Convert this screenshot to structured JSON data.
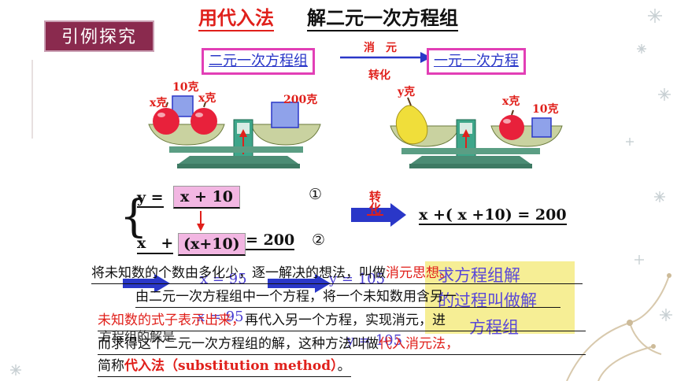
{
  "header": {
    "badge": "引例探究",
    "title_red": "用代入法",
    "title_black": "解二元一次方程组"
  },
  "flow": {
    "left_box": "二元一次方程组",
    "top_label": "消　元",
    "bottom_label": "转化",
    "right_box": "一元一次方程"
  },
  "scale_left": {
    "apple_labels": [
      "x克",
      "x克"
    ],
    "weight_label_small": "10克",
    "weight_label_big": "200克"
  },
  "scale_right": {
    "pear_label": "y克",
    "apple_label": "x克",
    "weight_label": "10克"
  },
  "equations": {
    "eq1_left": "y =",
    "eq1_box": "x + 10",
    "eq1_mark": "①",
    "eq2_left": "x　+",
    "eq2_box": "(x+10)",
    "eq2_right": "= 200",
    "eq2_mark": "②",
    "transform_label": "转化",
    "result": "x +( x +10) = 200"
  },
  "paragraph": {
    "line1": "将未知数的个数由多化少，逐一解决的想法，叫做",
    "line1_red": "消元思想。",
    "line2": "由二元一次方程组中一个方程，将一个未知数用含另一",
    "line3_red": "未知数的式子表示出来，",
    "line3": "再代入另一个方程，实现消元，进",
    "line4": "而求得这个二元一次方程组的解，这种方法叫做",
    "line4_red": "代入消元法，",
    "line5": "简称",
    "line5_red": "代入法（substitution  method）",
    "line5_end": "。"
  },
  "overlay": {
    "g1": "x = 95",
    "g2": "y = 105",
    "g3": "x = 95",
    "g4": "y = 105",
    "g5": "方程组的解是",
    "g6": "求方程组解",
    "g7": "的过程叫做解",
    "g8": "方程组"
  }
}
